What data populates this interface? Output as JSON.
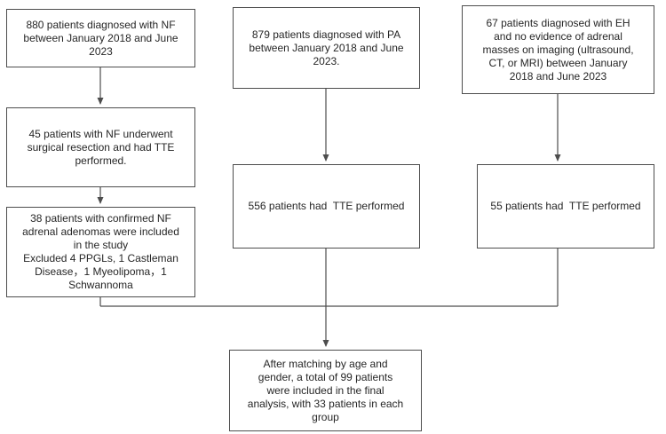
{
  "flowchart": {
    "line_color": "#4d4d4d",
    "border_color": "#4d4d4d",
    "background_color": "#ffffff",
    "columns": {
      "nf": {
        "box1": "880 patients diagnosed with NF\nbetween January 2018 and June\n2023",
        "box2": "45 patients with NF underwent\nsurgical resection and had TTE\nperformed.",
        "box3": "38 patients with confirmed NF\nadrenal adenomas were included\nin the study\nExcluded 4 PPGLs, 1 Castleman\nDisease，1 Myeolipoma，1\nSchwannoma"
      },
      "pa": {
        "box1": "879 patients diagnosed with PA\nbetween January 2018 and June\n2023.",
        "box2": "556 patients had  TTE performed"
      },
      "eh": {
        "box1": "67 patients diagnosed with EH\nand no evidence of adrenal\nmasses on imaging (ultrasound,\nCT, or MRI) between January\n2018 and June 2023",
        "box2": "55 patients had  TTE performed"
      }
    },
    "final_box": "After matching by age and\ngender, a total of 99 patients\nwere included in the final\nanalysis, with 33 patients in each\ngroup"
  }
}
